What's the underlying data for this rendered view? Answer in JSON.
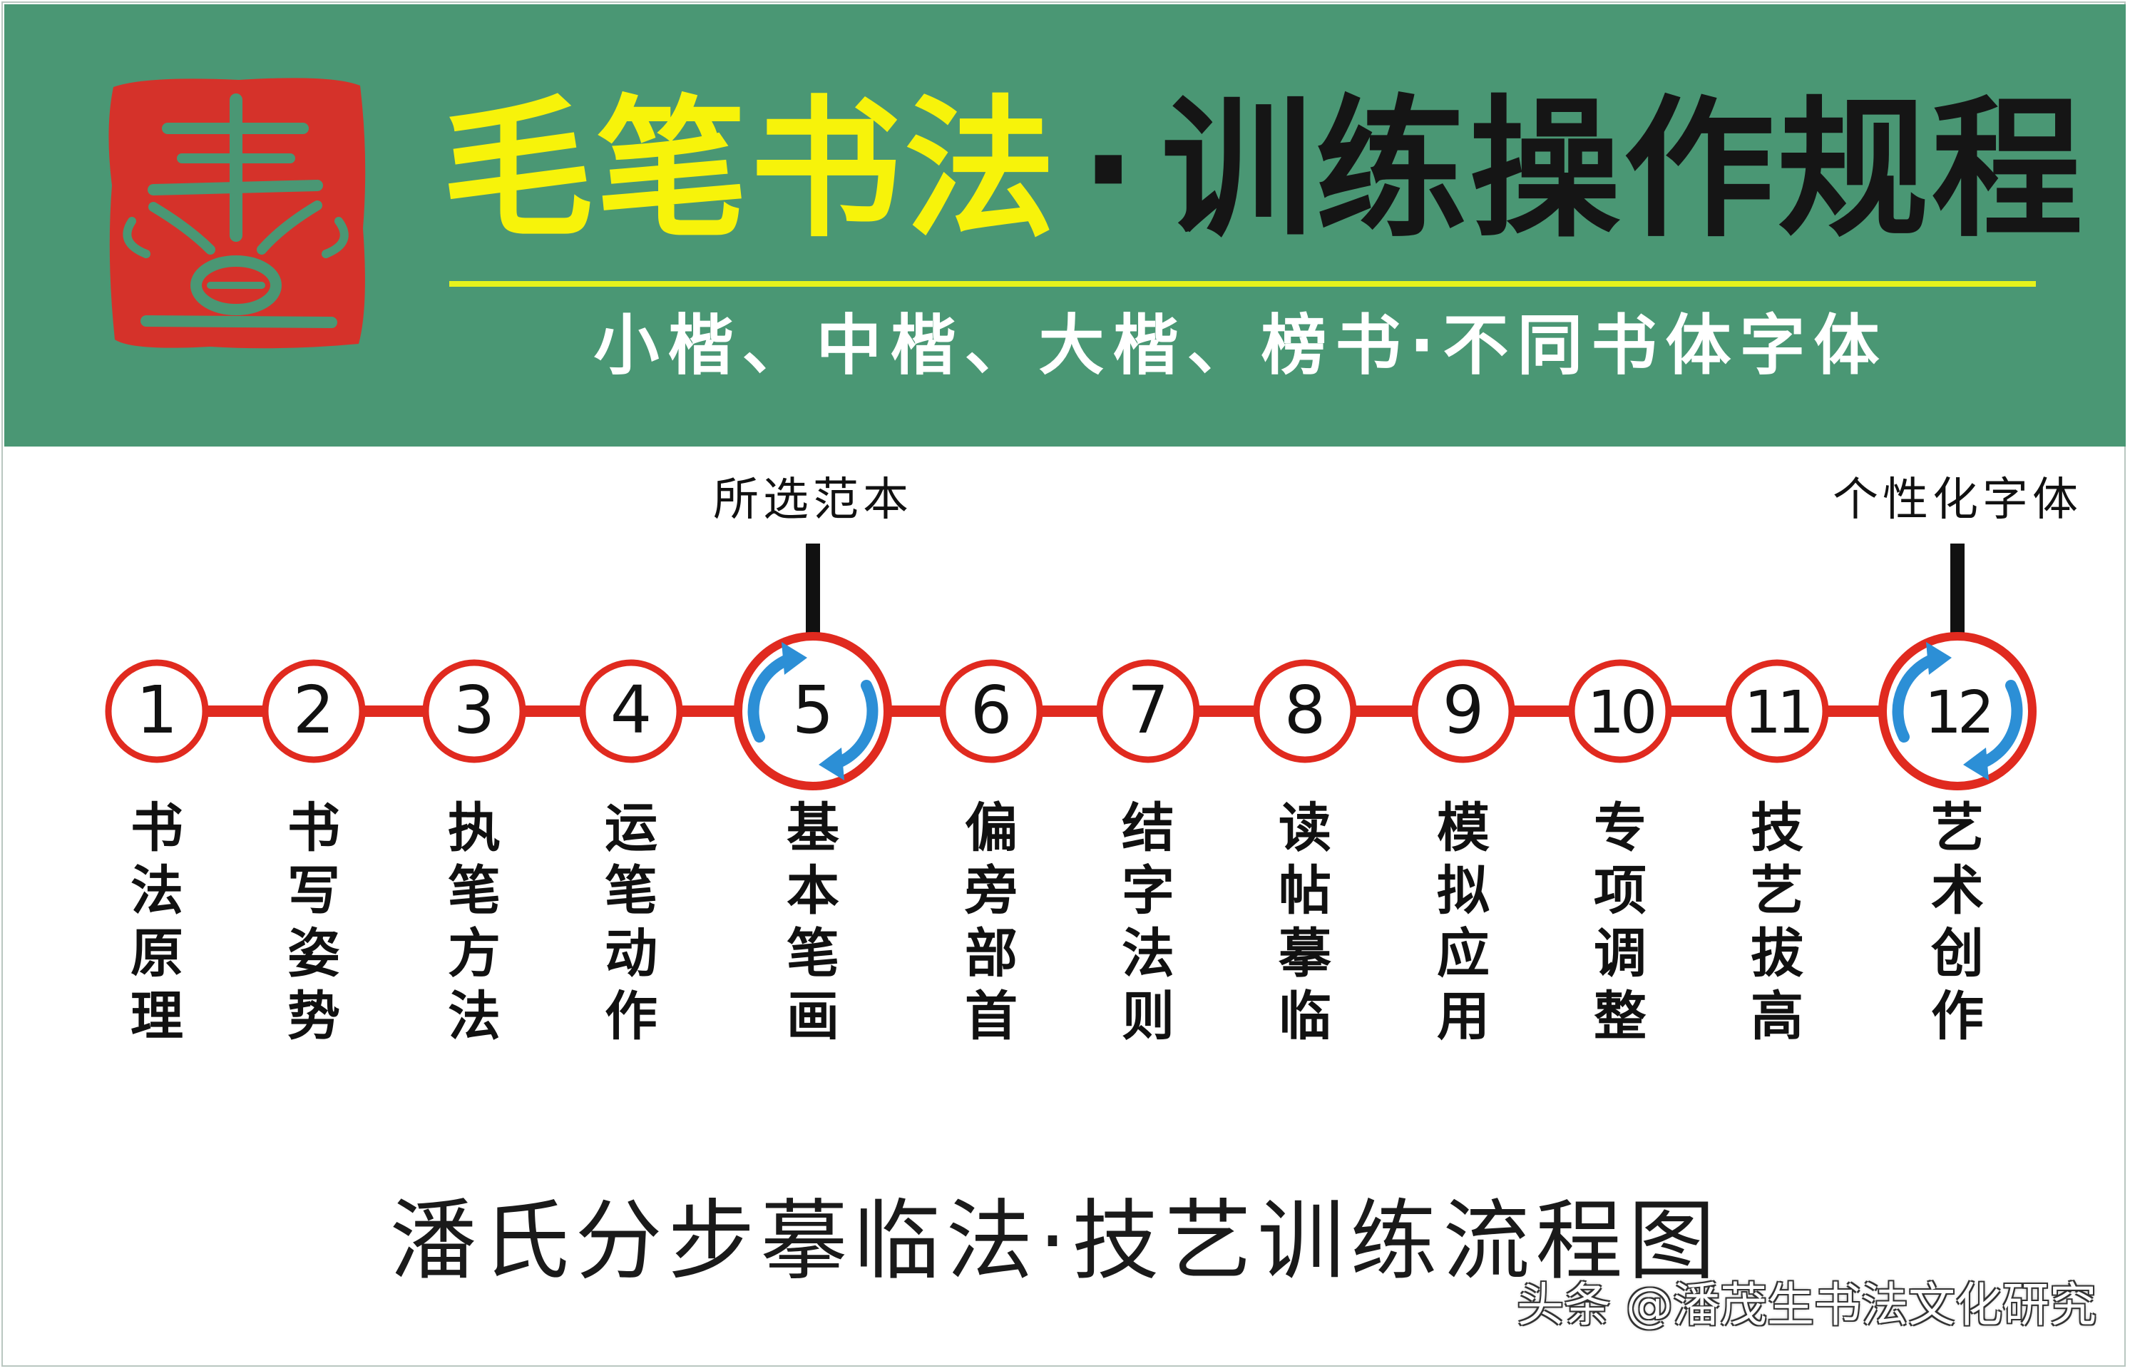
{
  "colors": {
    "banner_green": "#4a9774",
    "title_yellow": "#f7f30a",
    "title_black": "#151515",
    "seal_red": "#d5322a",
    "timeline_red": "#e02a1f",
    "arrow_blue": "#2c8fd6"
  },
  "header": {
    "seal_char": "書",
    "title_part1": "毛笔书法",
    "title_dot": "·",
    "title_part2": "训练操作规程",
    "subtitle": "小楷、中楷、大楷、榜书·不同书体字体"
  },
  "timeline": {
    "steps": [
      {
        "num": "1",
        "label": "书法原理",
        "highlight": false
      },
      {
        "num": "2",
        "label": "书写姿势",
        "highlight": false
      },
      {
        "num": "3",
        "label": "执笔方法",
        "highlight": false
      },
      {
        "num": "4",
        "label": "运笔动作",
        "highlight": false
      },
      {
        "num": "5",
        "label": "基本笔画",
        "highlight": true,
        "callout": "所选范本"
      },
      {
        "num": "6",
        "label": "偏旁部首",
        "highlight": false
      },
      {
        "num": "7",
        "label": "结字法则",
        "highlight": false
      },
      {
        "num": "8",
        "label": "读帖摹临",
        "highlight": false
      },
      {
        "num": "9",
        "label": "模拟应用",
        "highlight": false
      },
      {
        "num": "10",
        "label": "专项调整",
        "highlight": false
      },
      {
        "num": "11",
        "label": "技艺拔高",
        "highlight": false
      },
      {
        "num": "12",
        "label": "艺术创作",
        "highlight": true,
        "callout": "个性化字体"
      }
    ]
  },
  "footer": {
    "caption": "潘氏分步摹临法·技艺训练流程图",
    "watermark": "头条 @潘茂生书法文化研究"
  }
}
